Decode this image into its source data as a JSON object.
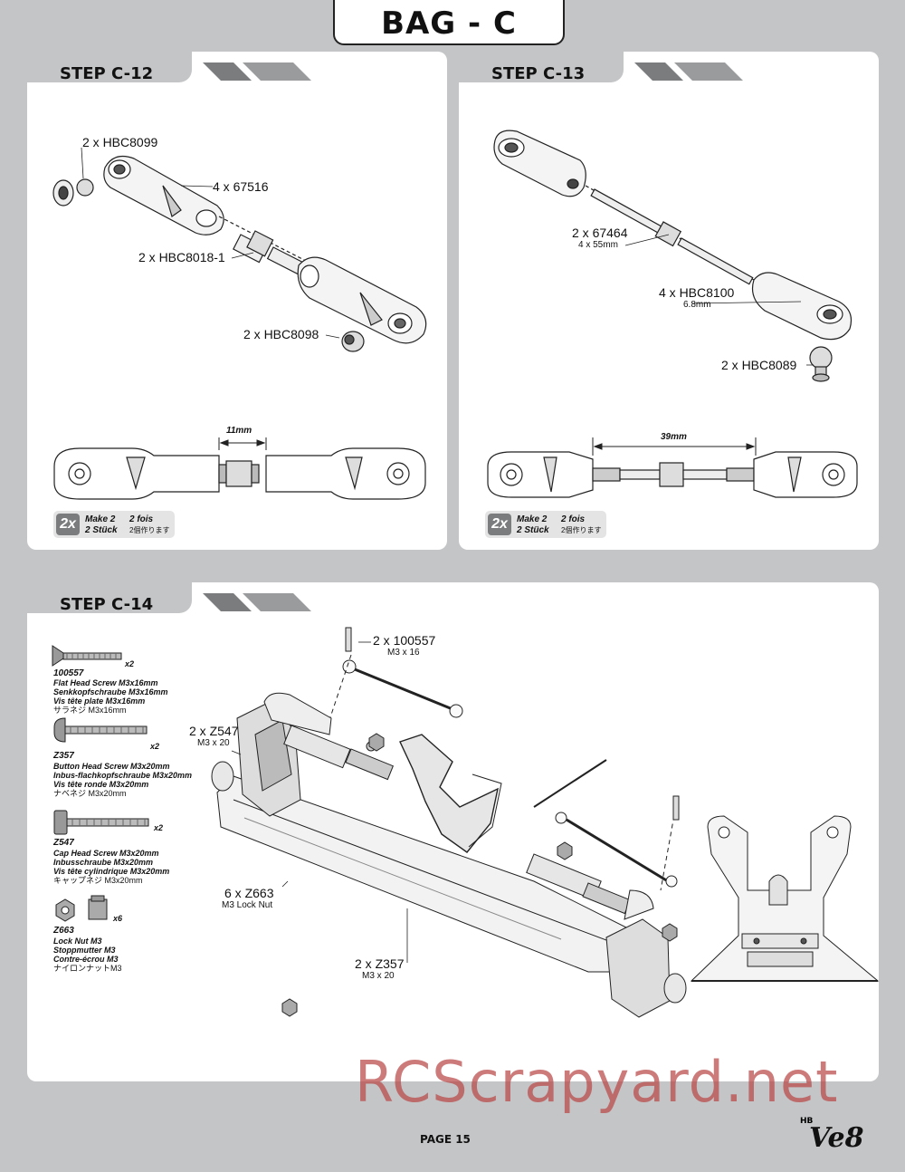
{
  "header": {
    "title": "BAG - C"
  },
  "steps": {
    "c12": {
      "title": "STEP C-12",
      "labels": {
        "hbc8099": "2 x HBC8099",
        "p67516": "4 x 67516",
        "hbc8018": "2 x HBC8018-1",
        "hbc8098": "2 x HBC8098"
      },
      "dimension": "11mm",
      "make": {
        "badge": "2x",
        "en": "Make 2",
        "de": "2 Stück",
        "fr": "2 fois",
        "jp": "2個作ります"
      }
    },
    "c13": {
      "title": "STEP C-13",
      "labels": {
        "p67464": "2 x 67464",
        "p67464_size": "4 x 55mm",
        "hbc8100": "4 x HBC8100",
        "hbc8100_size": "6.8mm",
        "hbc8089": "2 x HBC8089"
      },
      "dimension": "39mm",
      "make": {
        "badge": "2x",
        "en": "Make 2",
        "de": "2 Stück",
        "fr": "2 fois",
        "jp": "2個作ります"
      }
    },
    "c14": {
      "title": "STEP C-14",
      "callouts": {
        "c100557": "2 x 100557",
        "c100557_size": "M3 x 16",
        "z547": "2 x Z547",
        "z547_size": "M3 x 20",
        "z663": "6 x Z663",
        "z663_size": "M3 Lock Nut",
        "z357": "2 x Z357",
        "z357_size": "M3 x 20"
      },
      "parts": [
        {
          "code": "100557",
          "qty": "x2",
          "names": [
            "Flat Head Screw M3x16mm",
            "Senkkopfschraube M3x16mm",
            "Vis tête plate M3x16mm"
          ],
          "jp": "サラネジ M3x16mm"
        },
        {
          "code": "Z357",
          "qty": "x2",
          "names": [
            "Button Head Screw M3x20mm",
            "Inbus-flachkopfschraube M3x20mm",
            "Vis tête ronde M3x20mm"
          ],
          "jp": "ナベネジ M3x20mm"
        },
        {
          "code": "Z547",
          "qty": "x2",
          "names": [
            "Cap Head Screw M3x20mm",
            "Inbusschraube M3x20mm",
            "Vis tête cylindrique M3x20mm"
          ],
          "jp": "キャップネジ M3x20mm"
        },
        {
          "code": "Z663",
          "qty": "x6",
          "names": [
            "Lock Nut M3",
            "Stoppmutter M3",
            "Contre-écrou M3"
          ],
          "jp": "ナイロンナットM3"
        }
      ]
    }
  },
  "watermark": "RCScrapyard.net",
  "footer": {
    "page": "PAGE 15"
  },
  "logo": {
    "brand": "HB",
    "model": "Ve8"
  },
  "colors": {
    "background": "#c4c5c7",
    "panel": "#ffffff",
    "badge": "#7b7c7e",
    "watermark": "#b94646"
  }
}
